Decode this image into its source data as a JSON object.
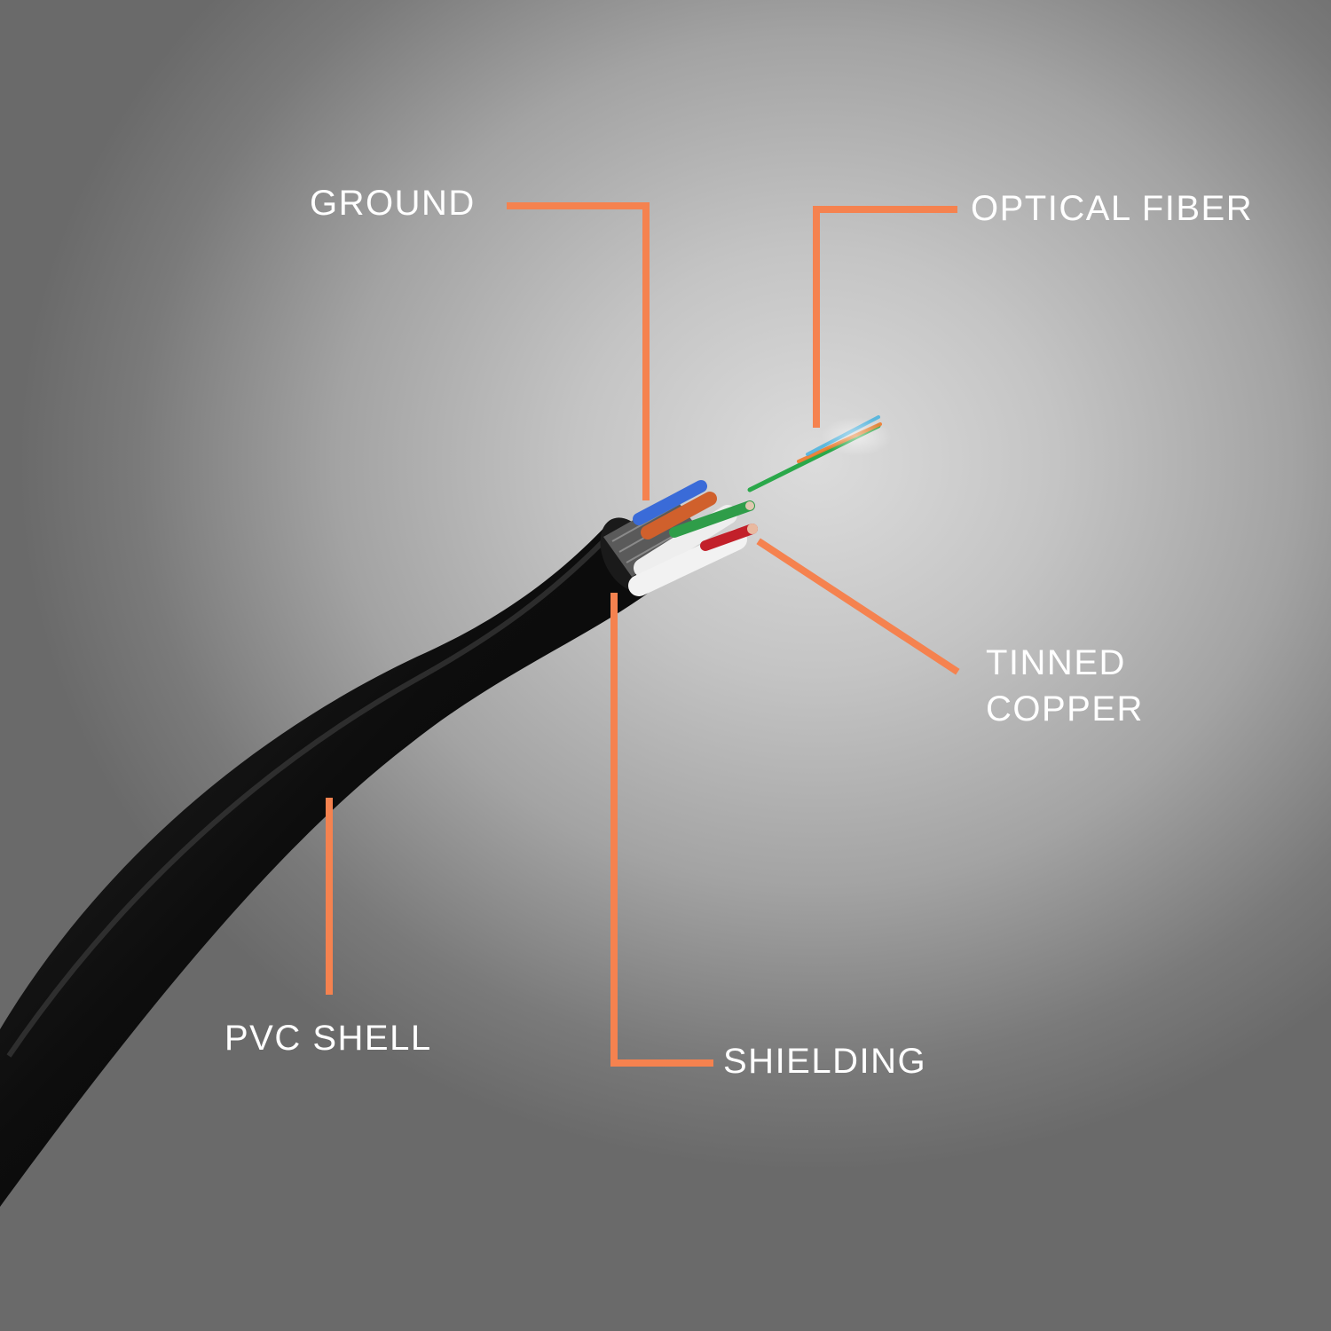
{
  "labels": {
    "ground": "GROUND",
    "optical_fiber": "OPTICAL FIBER",
    "tinned_copper_line1": "TINNED",
    "tinned_copper_line2": "COPPER",
    "pvc_shell": "PVC SHELL",
    "shielding": "SHIELDING"
  },
  "colors": {
    "leader_line": "#f5824f",
    "label_text": "#ffffff",
    "cable_jacket": "#0a0a0a"
  }
}
